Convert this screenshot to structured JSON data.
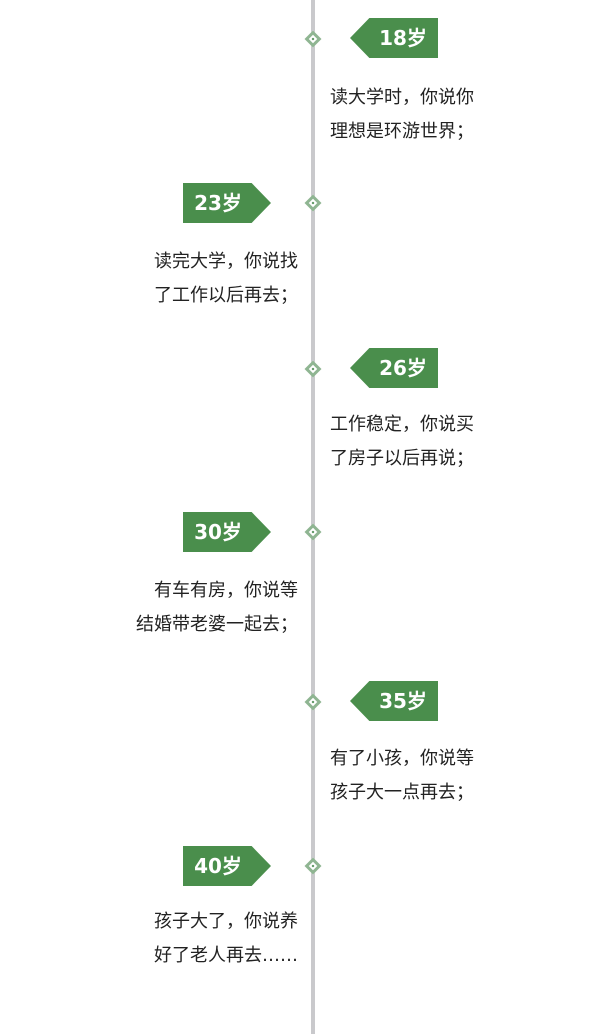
{
  "colors": {
    "tag_green": "#4a8e4c",
    "timeline_gray": "#c9c9cc",
    "node_green": "#8fb592",
    "text": "#222222"
  },
  "timeline": [
    {
      "age": "18岁",
      "side": "right",
      "lines": [
        "读大学时，你说你",
        "理想是环游世界；"
      ]
    },
    {
      "age": "23岁",
      "side": "left",
      "lines": [
        "读完大学，你说找",
        "了工作以后再去；"
      ]
    },
    {
      "age": "26岁",
      "side": "right",
      "lines": [
        "工作稳定，你说买",
        "了房子以后再说；"
      ]
    },
    {
      "age": "30岁",
      "side": "left",
      "lines": [
        "有车有房，你说等",
        "结婚带老婆一起去；"
      ]
    },
    {
      "age": "35岁",
      "side": "right",
      "lines": [
        "有了小孩，你说等",
        "孩子大一点再去；"
      ]
    },
    {
      "age": "40岁",
      "side": "left",
      "lines": [
        "孩子大了，你说养",
        "好了老人再去……"
      ]
    }
  ]
}
